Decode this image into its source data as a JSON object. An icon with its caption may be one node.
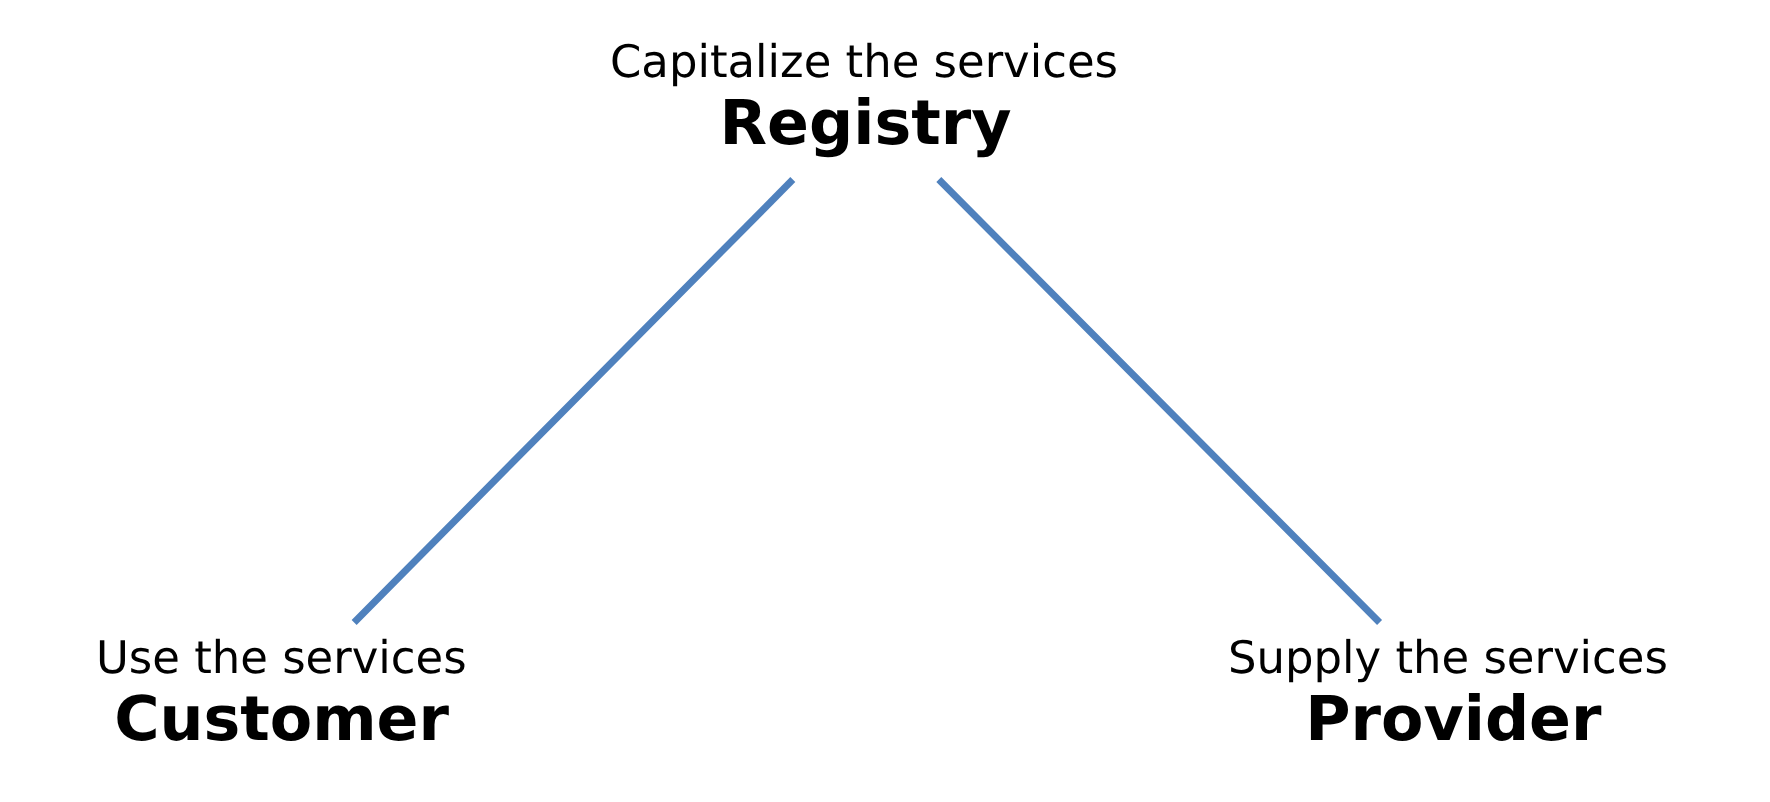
{
  "diagram": {
    "nodes": [
      {
        "text": [
          "Registry"
        ],
        "beside": [
          "Capitalize the services"
        ]
      },
      {
        "text": [
          "Customer"
        ],
        "beside": [
          "Use the services"
        ]
      },
      {
        "text": [
          "Provider"
        ],
        "beside": [
          "Supply the services"
        ]
      }
    ],
    "edges": [
      {
        "from": 0,
        "to": 1,
        "arrow": "none",
        "color": "#4f81bd"
      },
      {
        "from": 0,
        "to": 2,
        "arrow": "none",
        "color": "#4f81bd"
      }
    ]
  }
}
